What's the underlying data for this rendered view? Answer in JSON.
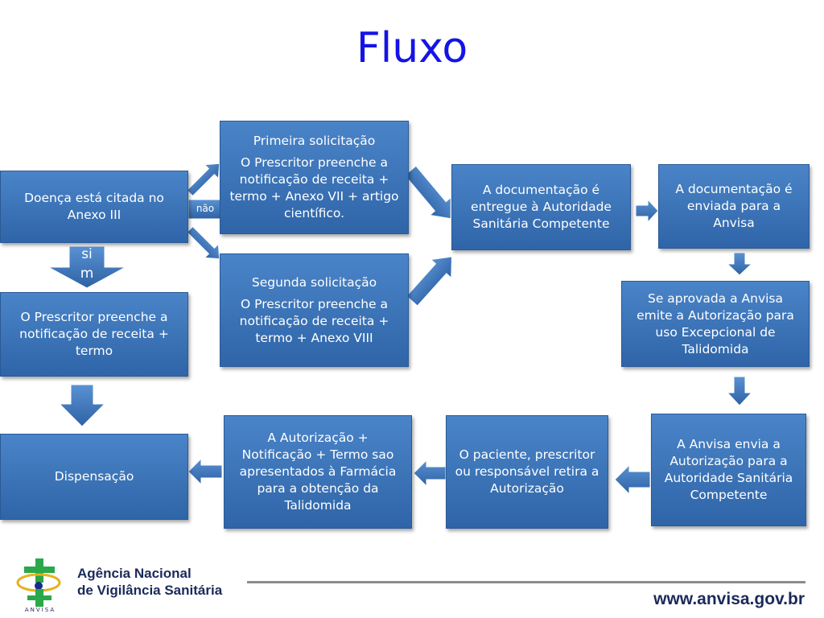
{
  "title": "Fluxo",
  "boxes": {
    "anexo3": "Doença está citada no Anexo III",
    "primeira_head": "Primeira solicitação",
    "primeira_body": "O Prescritor preenche a notificação de receita + termo + Anexo VII + artigo científico.",
    "segunda_head": "Segunda solicitação",
    "segunda_body": "O Prescritor preenche a notificação de receita + termo + Anexo VIII",
    "entregue": "A documentação é entregue à Autoridade Sanitária Competente",
    "enviada": "A documentação é enviada para a Anvisa",
    "aprovada": "Se aprovada a Anvisa emite a Autorização para uso Excepcional de Talidomida",
    "anvisa_envia": "A Anvisa envia a Autorização para a Autoridade Sanitária Competente",
    "paciente": "O paciente, prescritor ou responsável retira a Autorização",
    "autorizacao": "A Autorização + Notificação + Termo sao apresentados à Farmácia para a obtenção da Talidomida",
    "prescritor_termo": "O Prescritor preenche a notificação de receita + termo",
    "dispensacao": "Dispensação"
  },
  "labels": {
    "nao": "não",
    "sim_1": "si",
    "sim_2": "m"
  },
  "footer": {
    "agency_line1": "Agência Nacional",
    "agency_line2": "de Vigilância Sanitária",
    "logo_text": "ANVISA",
    "url": "www.anvisa.gov.br"
  },
  "colors": {
    "title": "#1414e6",
    "box": "#3a72b8",
    "arrow": "#3a72b8"
  }
}
